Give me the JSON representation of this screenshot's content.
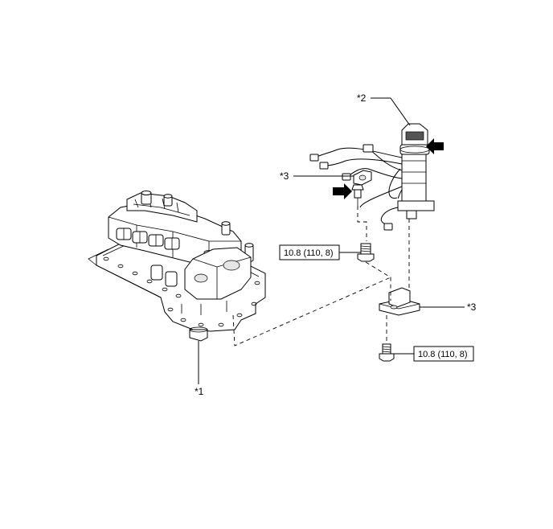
{
  "callouts": {
    "valve_body": "*1",
    "wire_harness": "*2",
    "clamp_upper": "*3",
    "clamp_lower": "*3"
  },
  "torque": {
    "upper_bolt": "10.8 (110, 8)",
    "lower_bolt": "10.8 (110, 8)"
  },
  "icons": {
    "arrow_connector": "push-arrow-icon",
    "arrow_bolt": "push-arrow-icon"
  }
}
